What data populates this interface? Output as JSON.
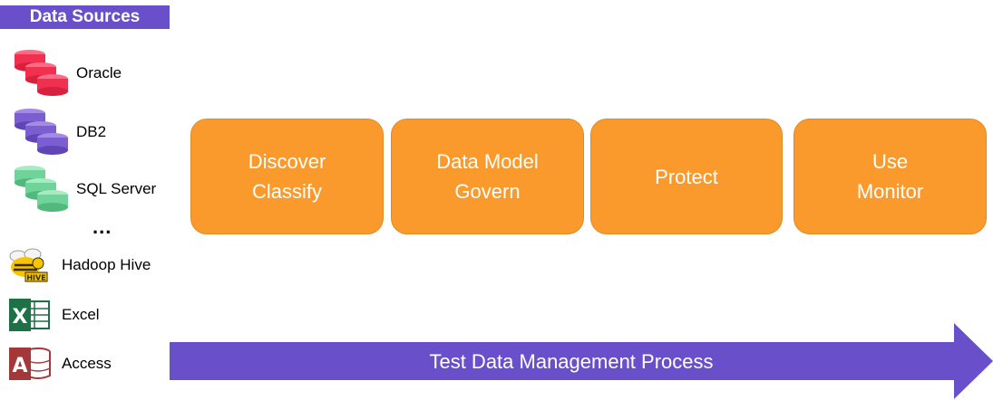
{
  "header": {
    "title": "Data Sources"
  },
  "sources": {
    "oracle": {
      "label": "Oracle",
      "icon": "database-stack-red-icon"
    },
    "db2": {
      "label": "DB2",
      "icon": "database-stack-purple-icon"
    },
    "sqlserver": {
      "label": "SQL Server",
      "icon": "database-stack-green-icon"
    },
    "more": "...",
    "hive": {
      "label": "Hadoop Hive",
      "icon": "hive-bee-icon",
      "logo_text": "HIVE"
    },
    "excel": {
      "label": "Excel",
      "icon": "excel-icon",
      "logo_text": "X"
    },
    "access": {
      "label": "Access",
      "icon": "access-icon",
      "logo_text": "A"
    }
  },
  "steps": [
    {
      "line1": "Discover",
      "line2": "Classify"
    },
    {
      "line1": "Data Model",
      "line2": "Govern"
    },
    {
      "line1": "Protect",
      "line2": ""
    },
    {
      "line1": "Use",
      "line2": "Monitor"
    }
  ],
  "process": {
    "label": "Test Data Management Process"
  },
  "colors": {
    "header": "#6a4fcb",
    "step_fill": "#fb9a2c",
    "arrow": "#6a4fcb",
    "oracle": "#f0304f",
    "db2": "#7b5fd0",
    "sqlserver": "#6fd39a"
  }
}
